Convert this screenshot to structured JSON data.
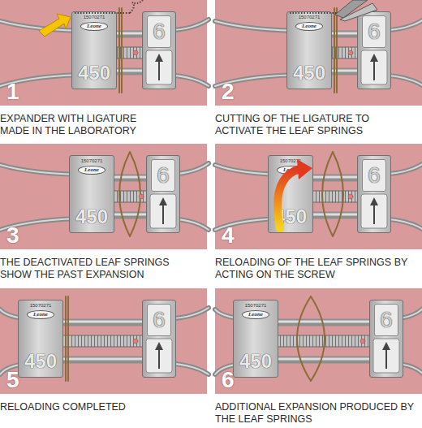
{
  "diagram": {
    "nodes": [
      {
        "text": [
          "1",
          "EXPANDER WITH LIGATURE MADE IN THE LABORATORY"
        ]
      },
      {
        "text": [
          "15070271",
          "Leone",
          "450"
        ],
        "in": 0
      },
      {
        "text": [
          "6"
        ],
        "in": 0
      },
      {
        "text": [
          "2",
          "CUTTING OF THE LIGATURE TO ACTIVATE THE LEAF SPRINGS"
        ]
      },
      {
        "text": [
          "15070271",
          "Leone",
          "450"
        ],
        "in": 3
      },
      {
        "text": [
          "6"
        ],
        "in": 3
      },
      {
        "text": [
          "3",
          "THE DEACTIVATED LEAF SPRINGS SHOW THE PAST EXPANSION"
        ]
      },
      {
        "text": [
          "15070271",
          "Leone",
          "450"
        ],
        "in": 6
      },
      {
        "text": [
          "6"
        ],
        "in": 6
      },
      {
        "text": [
          "4",
          "RELOADING OF THE LEAF SPRINGS BY ACTING ON THE SCREW"
        ]
      },
      {
        "text": [
          "15070271",
          "Leone",
          "450"
        ],
        "in": 9
      },
      {
        "text": [
          "6"
        ],
        "in": 9
      },
      {
        "text": [
          "5",
          "RELOADING COMPLETED"
        ]
      },
      {
        "text": [
          "15070271",
          "Leone",
          "450"
        ],
        "in": 12
      },
      {
        "text": [
          "6"
        ],
        "in": 12
      },
      {
        "text": [
          "6",
          "ADDITIONAL EXPANSION PRODUCED BY THE LEAF SPRINGS"
        ]
      },
      {
        "text": [
          "15070271",
          "Leone",
          "450"
        ],
        "in": 15
      },
      {
        "text": [
          "6"
        ],
        "in": 15
      }
    ]
  }
}
